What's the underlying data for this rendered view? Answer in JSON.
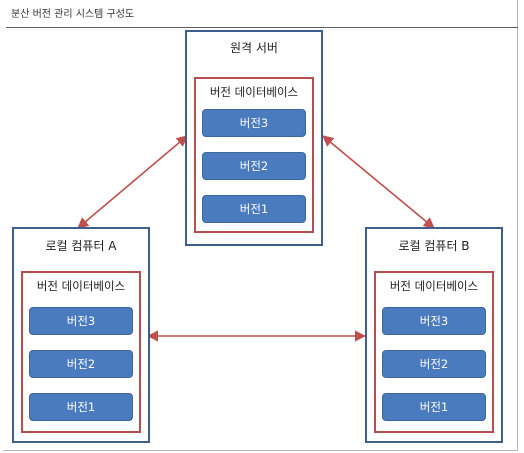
{
  "caption": "분산 버전 관리 시스템 구성도",
  "remote_server": {
    "title": "원격 서버",
    "database": {
      "title": "버전 데이터베이스",
      "versions": [
        "버전3",
        "버전2",
        "버전1"
      ]
    }
  },
  "computer_a": {
    "title": "로컬 컴퓨터 A",
    "database": {
      "title": "버전 데이터베이스",
      "versions": [
        "버전3",
        "버전2",
        "버전1"
      ]
    }
  },
  "computer_b": {
    "title": "로컬 컴퓨터 B",
    "database": {
      "title": "버전 데이터베이스",
      "versions": [
        "버전3",
        "버전2",
        "버전1"
      ]
    }
  },
  "colors": {
    "computer_border": "#3e5f8c",
    "database_border": "#b94e4e",
    "version_fill": "#4a7bbf",
    "arrow": "#c0504d"
  }
}
